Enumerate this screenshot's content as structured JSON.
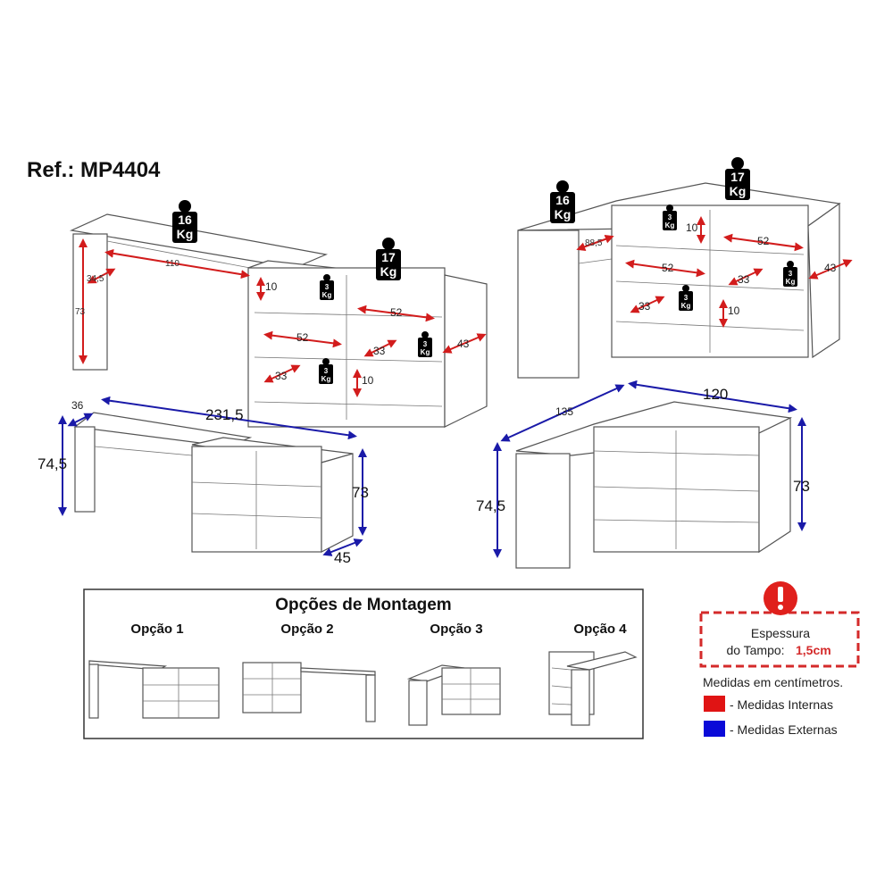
{
  "title": "Ref.: MP4404",
  "weights": {
    "desk": "16",
    "dresser": "17",
    "drawer": "3",
    "unit": "Kg"
  },
  "internal_left": {
    "height": "73",
    "depth": "34,5",
    "width": "110",
    "drawer_h1": "10",
    "drawer_w1": "52",
    "drawer_w2": "52",
    "drawer_d1": "33",
    "drawer_d2": "33",
    "drawer_h2": "10",
    "side_depth": "43"
  },
  "internal_right": {
    "depth": "88,5",
    "drawer_h1": "10",
    "drawer_w1": "52",
    "drawer_w2": "52",
    "drawer_d1": "33",
    "drawer_d2": "33",
    "drawer_h2": "10",
    "side_depth": "43"
  },
  "external_left": {
    "depth": "36",
    "width": "231,5",
    "height_desk": "74,5",
    "height_dresser": "73",
    "dresser_depth": "45"
  },
  "external_right": {
    "depth": "135",
    "width": "120",
    "height_desk": "74,5",
    "height_dresser": "73"
  },
  "options": {
    "title": "Opções de Montagem",
    "items": [
      "Opção 1",
      "Opção 2",
      "Opção 3",
      "Opção 4"
    ]
  },
  "notice": {
    "line1": "Espessura",
    "line2": "do Tampo:",
    "value": "1,5cm"
  },
  "legend": {
    "units": "Medidas em centímetros.",
    "internal": "- Medidas Internas",
    "external": "- Medidas Externas",
    "internal_color": "#e01414",
    "external_color": "#0a0ad8"
  }
}
